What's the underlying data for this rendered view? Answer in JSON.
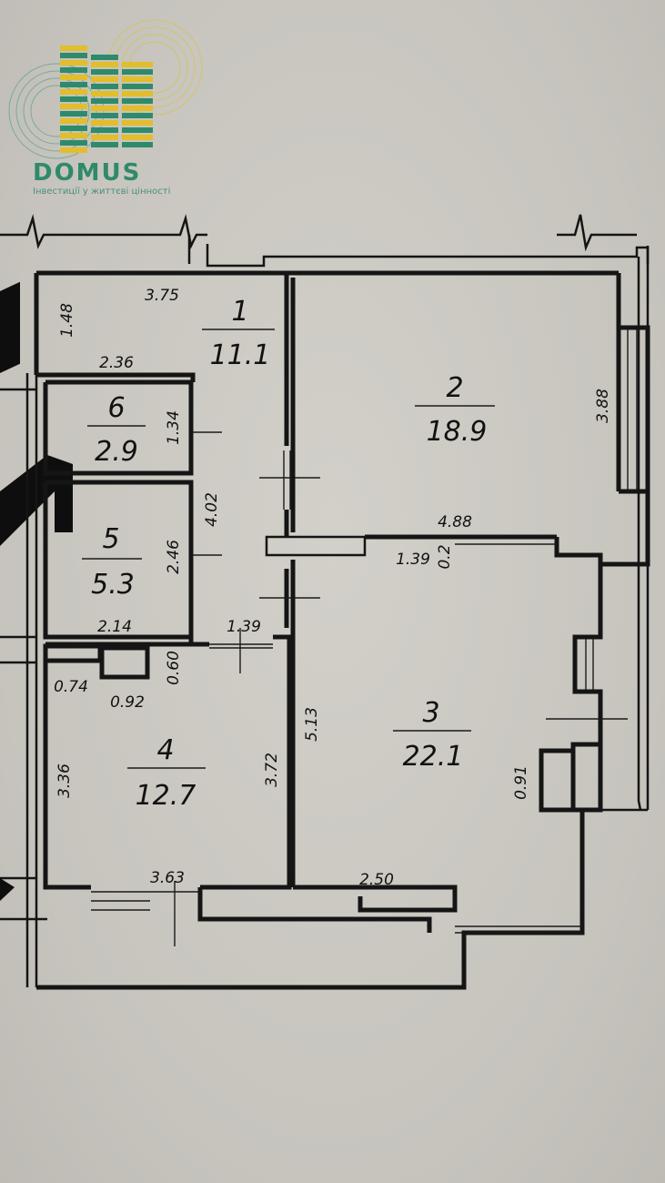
{
  "logo": {
    "name": "DOMUS",
    "tagline": "Інвестиції у життєві цінності",
    "colors": {
      "green": "#2f8a6b",
      "yellow": "#e2bd2c",
      "teal": "#3c9a7a"
    }
  },
  "rooms": [
    {
      "number": "1",
      "area": "11.1"
    },
    {
      "number": "2",
      "area": "18.9"
    },
    {
      "number": "3",
      "area": "22.1"
    },
    {
      "number": "4",
      "area": "12.7"
    },
    {
      "number": "5",
      "area": "5.3"
    },
    {
      "number": "6",
      "area": "2.9"
    }
  ],
  "dimensions": {
    "r1_width": "3.75",
    "r1_height": "1.48",
    "r1_bottom": "2.36",
    "r6_height": "1.34",
    "corridor_height": "4.02",
    "r5_height": "2.46",
    "r5_width": "2.14",
    "corridor_width": "1.39",
    "shaft_h": "0.60",
    "shaft_w": "0.74",
    "shaft_w2": "0.92",
    "r4_left": "3.36",
    "r4_right": "3.72",
    "r4_width": "3.63",
    "r2_width": "4.88",
    "r2_height": "3.88",
    "r3_top": "1.39",
    "r3_top_small": "0.2",
    "r3_height": "5.13",
    "r3_width": "2.50",
    "r3_niche": "0.91"
  }
}
